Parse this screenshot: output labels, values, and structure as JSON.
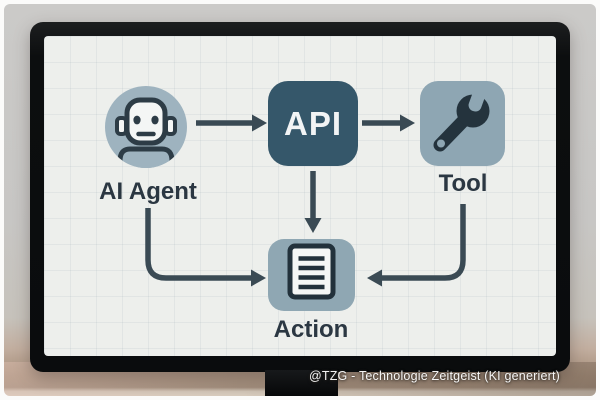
{
  "scene": {
    "background_color": "#c7c6c4",
    "desk_color": "#a8927f",
    "monitor_bezel_color": "#0c0e0f",
    "screen_color": "#edefec"
  },
  "watermark": {
    "text": "@TZG - Technologie Zeitgeist (KI generiert)",
    "color": "#ffffff"
  },
  "diagram": {
    "arrow_color": "#3a4a54",
    "label_color": "#2b3742",
    "nodes": {
      "ai_agent": {
        "label": "AI Agent",
        "icon": "robot-icon",
        "shape": "circle",
        "fill": "#9eb3bf"
      },
      "api": {
        "label": "API",
        "shape": "rounded-square",
        "fill": "#35576a",
        "label_color": "#f2f4f5"
      },
      "tool": {
        "label": "Tool",
        "icon": "wrench-icon",
        "shape": "rounded-square",
        "fill": "#8ea6b3",
        "icon_color": "#24333d"
      },
      "action": {
        "label": "Action",
        "icon": "document-icon",
        "shape": "rounded-square",
        "fill": "#8fa7b3",
        "icon_color": "#22313b"
      }
    },
    "edges": [
      {
        "from": "ai_agent",
        "to": "api"
      },
      {
        "from": "api",
        "to": "tool"
      },
      {
        "from": "api",
        "to": "action"
      },
      {
        "from": "ai_agent",
        "to": "action"
      },
      {
        "from": "tool",
        "to": "action"
      }
    ]
  }
}
